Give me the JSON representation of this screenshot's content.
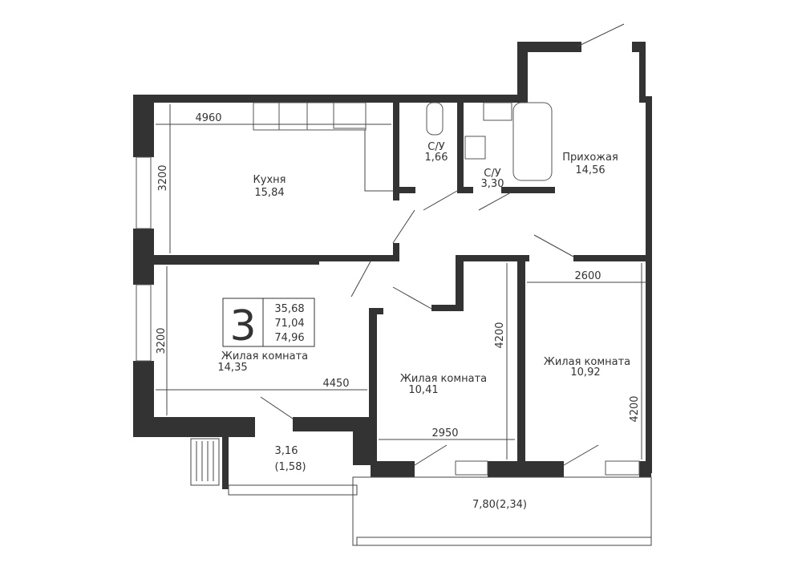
{
  "plan": {
    "room_count": "3",
    "areas": {
      "living": "35,68",
      "total": "71,04",
      "total_with_balconies": "74,96"
    },
    "rooms": [
      {
        "name": "Кухня",
        "area": "15,84"
      },
      {
        "name": "С/У",
        "area": "1,66"
      },
      {
        "name": "С/У",
        "area": "3,30"
      },
      {
        "name": "Прихожая",
        "area": "14,56"
      },
      {
        "name": "Жилая комната",
        "area": "14,35"
      },
      {
        "name": "Жилая комната",
        "area": "10,41"
      },
      {
        "name": "Жилая комната",
        "area": "10,92"
      }
    ],
    "balconies": [
      {
        "area": "3,16",
        "reduced": "(1,58)"
      },
      {
        "area": "7,80(2,34)"
      }
    ],
    "dimensions": {
      "kitchen_width": "4960",
      "kitchen_depth": "3200",
      "room1_depth": "3200",
      "room1_width": "4450",
      "room2_depth": "4200",
      "room2_width": "2950",
      "room3_width": "2600",
      "room3_depth": "4200"
    },
    "wall_color": "#333333"
  }
}
